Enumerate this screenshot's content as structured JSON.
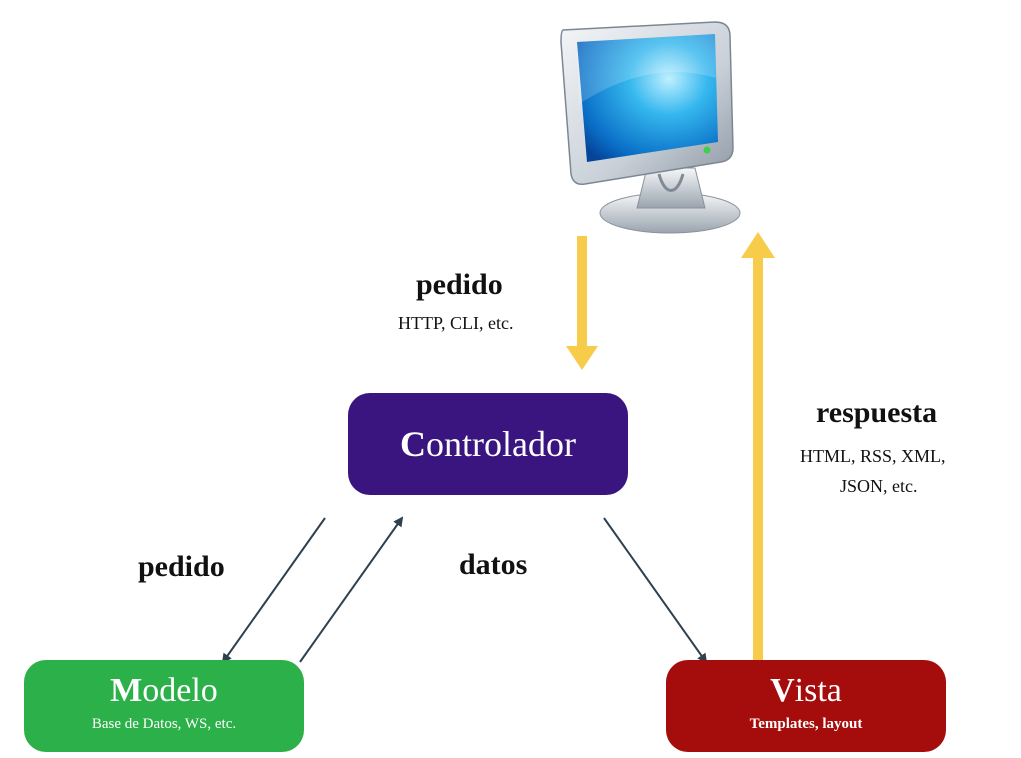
{
  "colors": {
    "controlador": "#3a1580",
    "modelo": "#2cb14a",
    "vista": "#a50c0c",
    "flow_arrow": "#f7cc4a",
    "data_arrow": "#2e4150"
  },
  "icons": {
    "computer": "monitor-icon"
  },
  "request": {
    "label": "pedido",
    "detail": "HTTP, CLI, etc."
  },
  "response": {
    "label": "respuesta",
    "detail_line1": "HTML, RSS, XML,",
    "detail_line2": "JSON, etc."
  },
  "controller": {
    "cap": "C",
    "rest": "ontrolador"
  },
  "model": {
    "cap": "M",
    "rest": "odelo",
    "sub": "Base de Datos, WS, etc."
  },
  "view": {
    "cap": "V",
    "rest": "ista",
    "sub": "Templates, layout"
  },
  "model_request": {
    "label": "pedido"
  },
  "data": {
    "label": "datos"
  }
}
